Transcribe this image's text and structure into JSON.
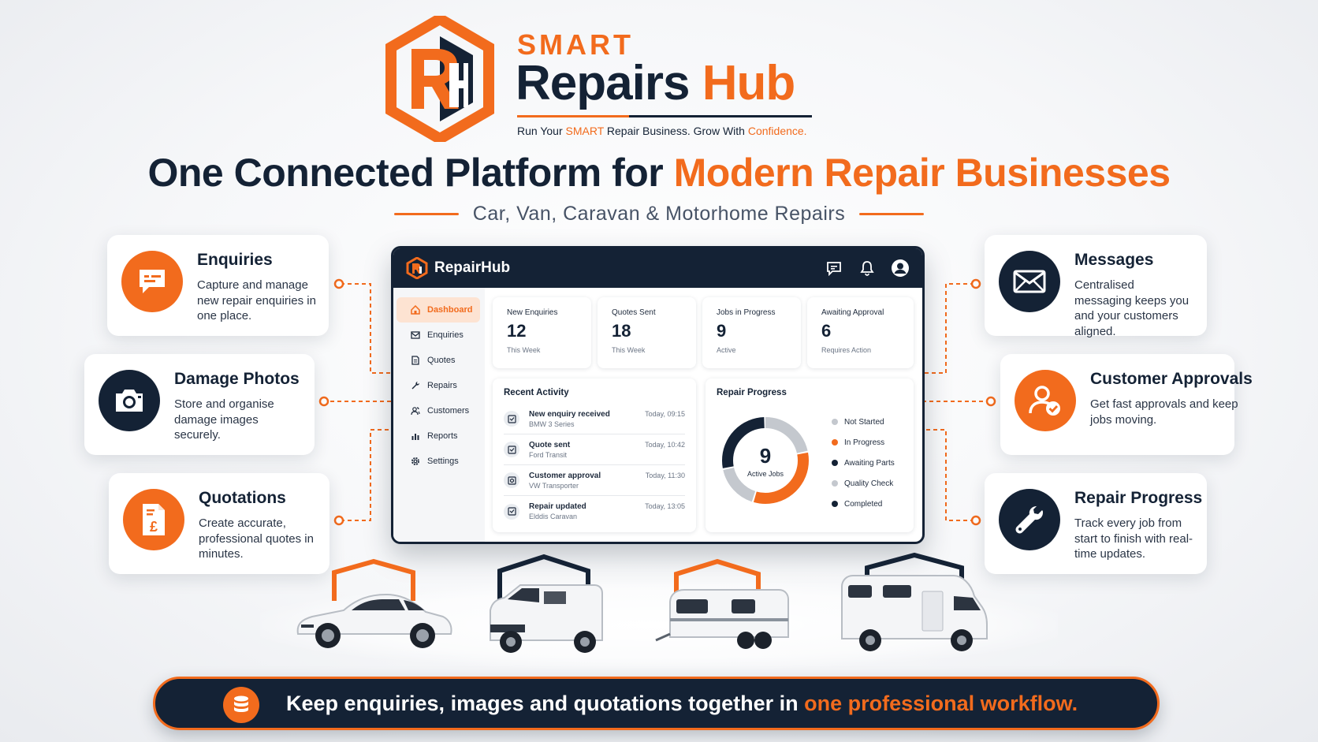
{
  "brand": {
    "smart": "SMART",
    "repairs": "Repairs",
    "hub": "Hub",
    "tagline_1": "Run Your ",
    "tagline_smart": "SMART",
    "tagline_2": " Repair Business. Grow With ",
    "tagline_confidence": "Confidence."
  },
  "headline": {
    "part1": "One Connected Platform for ",
    "part2": "Modern Repair Businesses",
    "subtitle": "Car, Van, Caravan & Motorhome Repairs"
  },
  "features_left": [
    {
      "title": "Enquiries",
      "text": "Capture and manage new repair enquiries in one place.",
      "icon": "chat-icon"
    },
    {
      "title": "Damage Photos",
      "text": "Store and organise damage images securely.",
      "icon": "camera-icon"
    },
    {
      "title": "Quotations",
      "text": "Create accurate, professional quotes in minutes.",
      "icon": "pound-document-icon"
    }
  ],
  "features_right": [
    {
      "title": "Messages",
      "text": "Centralised messaging keeps you and your customers aligned.",
      "icon": "envelope-icon"
    },
    {
      "title": "Customer Approvals",
      "text": "Get fast approvals and keep jobs moving.",
      "icon": "user-check-icon"
    },
    {
      "title": "Repair Progress",
      "text": "Track every job from start to finish with real-time updates.",
      "icon": "wrench-icon"
    }
  ],
  "dashboard": {
    "app_name": "RepairHub",
    "sidebar": [
      "Dashboard",
      "Enquiries",
      "Quotes",
      "Repairs",
      "Customers",
      "Reports",
      "Settings"
    ],
    "stats": [
      {
        "label": "New Enquiries",
        "value": "12",
        "sub": "This Week"
      },
      {
        "label": "Quotes Sent",
        "value": "18",
        "sub": "This Week"
      },
      {
        "label": "Jobs in Progress",
        "value": "9",
        "sub": "Active"
      },
      {
        "label": "Awaiting Approval",
        "value": "6",
        "sub": "Requires Action"
      }
    ],
    "activity_title": "Recent Activity",
    "activity": [
      {
        "title": "New enquiry received",
        "sub": "BMW 3 Series",
        "time": "Today, 09:15"
      },
      {
        "title": "Quote sent",
        "sub": "Ford Transit",
        "time": "Today, 10:42"
      },
      {
        "title": "Customer approval",
        "sub": "VW Transporter",
        "time": "Today, 11:30"
      },
      {
        "title": "Repair updated",
        "sub": "Elddis Caravan",
        "time": "Today, 13:05"
      }
    ],
    "progress_title": "Repair Progress",
    "progress_value": "9",
    "progress_label": "Active Jobs",
    "progress_segments": [
      {
        "name": "Not Started",
        "fraction": 0.22,
        "color": "#c4c8ce"
      },
      {
        "name": "In Progress",
        "fraction": 0.33,
        "color": "#f26b1d"
      },
      {
        "name": "Awaiting Parts",
        "fraction": 0.0,
        "color": "#142235"
      },
      {
        "name": "Quality Check",
        "fraction": 0.17,
        "color": "#c4c8ce"
      },
      {
        "name": "Completed",
        "fraction": 0.28,
        "color": "#142235"
      }
    ]
  },
  "banner": {
    "part1": "Keep enquiries, images and quotations together in ",
    "part2": "one professional workflow."
  },
  "colors": {
    "accent": "#f26b1d",
    "navy": "#142235"
  }
}
